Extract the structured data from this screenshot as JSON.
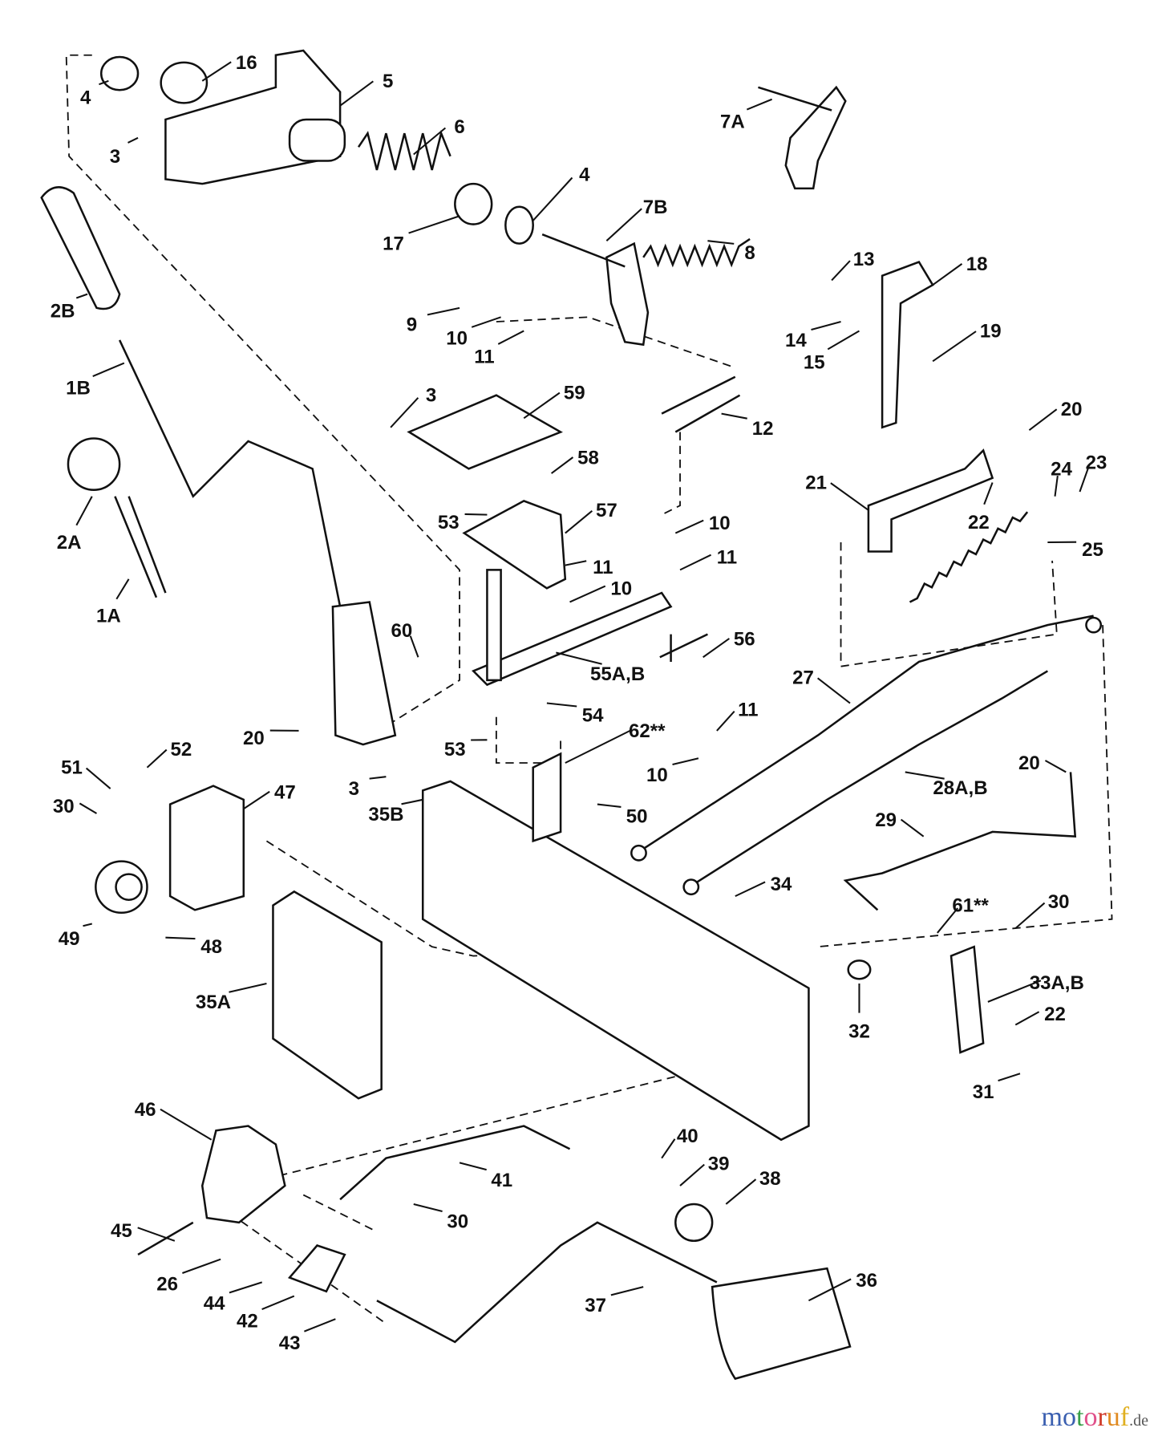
{
  "labels": [
    "16",
    "5",
    "4",
    "3",
    "6",
    "7A",
    "4",
    "7B",
    "17",
    "8",
    "2B",
    "13",
    "18",
    "9",
    "10",
    "11",
    "14",
    "19",
    "15",
    "1B",
    "3",
    "59",
    "12",
    "20",
    "58",
    "21",
    "22",
    "24",
    "23",
    "53",
    "57",
    "2A",
    "10",
    "11",
    "11",
    "10",
    "25",
    "1A",
    "60",
    "56",
    "55A,B",
    "27",
    "54",
    "11",
    "20",
    "53",
    "62**",
    "10",
    "52",
    "51",
    "47",
    "30",
    "3",
    "35B",
    "50",
    "28A,B",
    "20",
    "29",
    "34",
    "61**",
    "30",
    "49",
    "48",
    "35A",
    "33A,B",
    "32",
    "22",
    "31",
    "46",
    "40",
    "39",
    "41",
    "38",
    "30",
    "45",
    "26",
    "36",
    "44",
    "42",
    "37",
    "43"
  ],
  "watermark": {
    "text": "motoruf",
    "suffix": ".de",
    "colors": [
      "#3a5fb0",
      "#3a5fb0",
      "#3aa04a",
      "#e0508a",
      "#d03a2a",
      "#e08a20",
      "#e0b020"
    ]
  }
}
